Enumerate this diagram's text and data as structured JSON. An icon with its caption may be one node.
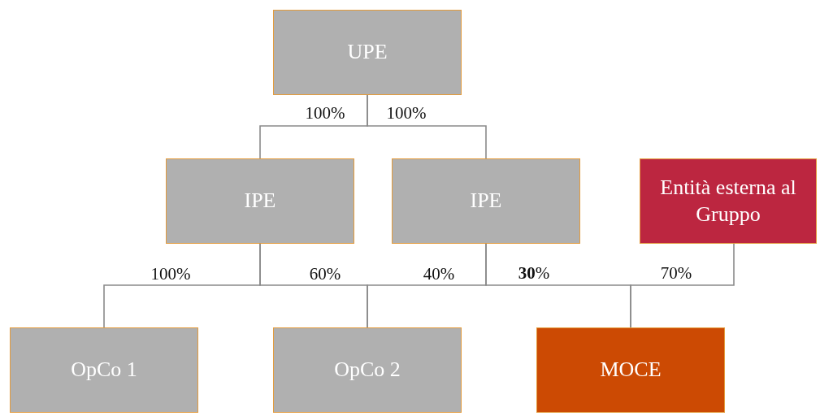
{
  "diagram": {
    "nodes": [
      {
        "text": [
          "UPE"
        ]
      },
      {
        "text": [
          "IPE"
        ]
      },
      {
        "text": [
          "IPE"
        ]
      },
      {
        "text": [
          "Entità esterna al Gruppo"
        ]
      },
      {
        "text": [
          "OpCo 1"
        ]
      },
      {
        "text": [
          "OpCo 2"
        ]
      },
      {
        "text": [
          "MOCE"
        ]
      }
    ],
    "edges": [
      {
        "from": 0,
        "to": 1,
        "arrow": "none",
        "label": "100%"
      },
      {
        "from": 0,
        "to": 2,
        "arrow": "none",
        "label": "100%"
      },
      {
        "from": 1,
        "to": 4,
        "arrow": "none",
        "label": "100%"
      },
      {
        "from": 1,
        "to": 5,
        "arrow": "none",
        "label": "60%"
      },
      {
        "from": 2,
        "to": 5,
        "arrow": "none",
        "label": "40%"
      },
      {
        "from": 2,
        "to": 6,
        "arrow": "none",
        "label": "**30**%"
      },
      {
        "from": 3,
        "to": 6,
        "arrow": "none",
        "label": "70%"
      }
    ]
  }
}
